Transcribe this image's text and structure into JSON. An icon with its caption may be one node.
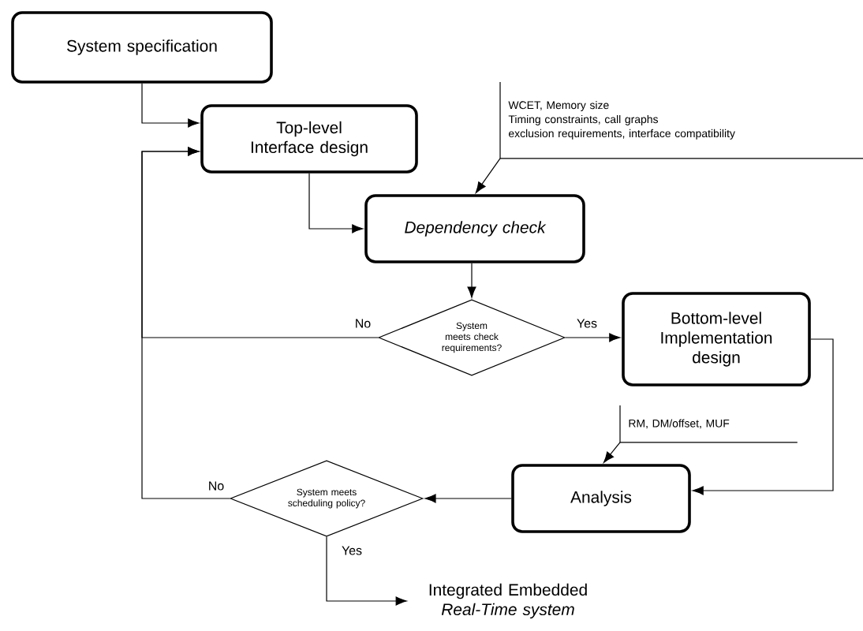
{
  "diagram": {
    "nodes": [
      {
        "text": [
          "System specification"
        ]
      },
      {
        "text": [
          "Top-level Interface design"
        ]
      },
      {
        "text": [
          "WCET, Memory size",
          "Timing constraints, call graphs",
          "exclusion requirements, interface compatibility"
        ]
      },
      {
        "text": [
          "Dependency check"
        ]
      },
      {
        "text": [
          "System meets check requirements?"
        ]
      },
      {
        "text": [
          "Bottom-level Implementation design"
        ]
      },
      {
        "text": [
          "RM, DM/offset, MUF"
        ]
      },
      {
        "text": [
          "Analysis"
        ]
      },
      {
        "text": [
          "System meets scheduling policy?"
        ]
      },
      {
        "text": [
          "Integrated Embedded *Real-Time system*"
        ]
      }
    ],
    "edges": [
      {
        "from": 0,
        "to": 1,
        "arrow": "to"
      },
      {
        "from": 1,
        "to": 3,
        "arrow": "to"
      },
      {
        "from": 2,
        "to": 3,
        "arrow": "to"
      },
      {
        "from": 3,
        "to": 4,
        "arrow": "to"
      },
      {
        "from": 4,
        "to": 5,
        "arrow": "to",
        "label": "Yes"
      },
      {
        "from": 4,
        "to": 1,
        "arrow": "to",
        "label": "No"
      },
      {
        "from": 5,
        "to": 7,
        "arrow": "to"
      },
      {
        "from": 6,
        "to": 7,
        "arrow": "to"
      },
      {
        "from": 7,
        "to": 8,
        "arrow": "to"
      },
      {
        "from": 8,
        "to": 1,
        "arrow": "to",
        "label": "No"
      },
      {
        "from": 8,
        "to": 9,
        "arrow": "to",
        "label": "Yes"
      }
    ]
  }
}
